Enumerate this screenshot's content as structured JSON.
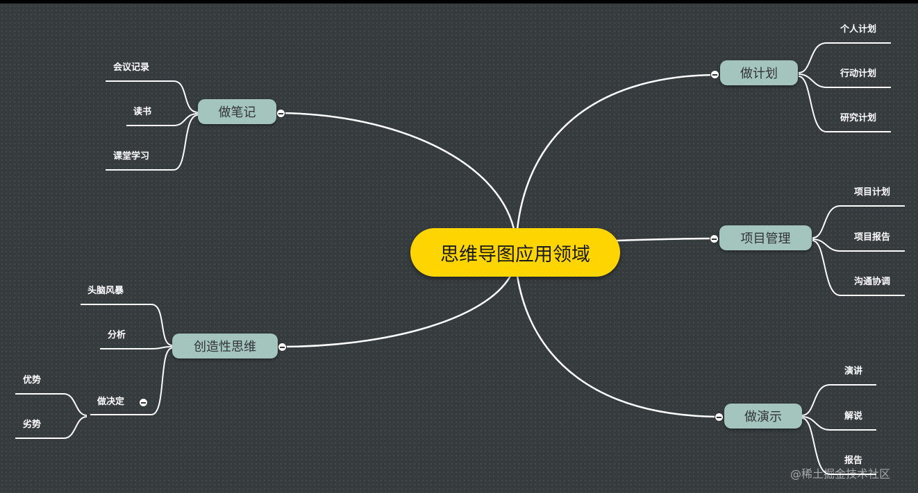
{
  "center": "思维导图应用领域",
  "branches": {
    "plan": {
      "label": "做计划",
      "children": [
        "个人计划",
        "行动计划",
        "研究计划"
      ]
    },
    "notes": {
      "label": "做笔记",
      "children": [
        "会议记录",
        "读书",
        "课堂学习"
      ]
    },
    "project": {
      "label": "项目管理",
      "children": [
        "项目计划",
        "项目报告",
        "沟通协调"
      ]
    },
    "creative": {
      "label": "创造性思维",
      "children": [
        "头脑风暴",
        "分析",
        "做决定"
      ],
      "decision_children": [
        "优势",
        "劣势"
      ]
    },
    "present": {
      "label": "做演示",
      "children": [
        "演讲",
        "解说",
        "报告"
      ]
    }
  },
  "watermark": "@稀土掘金技术社区",
  "colors": {
    "background": "#363b3e",
    "center_fill": "#ffd500",
    "node_fill": "#a3c5be",
    "connector": "#ffffff"
  },
  "icons": {
    "collapse": "minus-circle-icon"
  }
}
